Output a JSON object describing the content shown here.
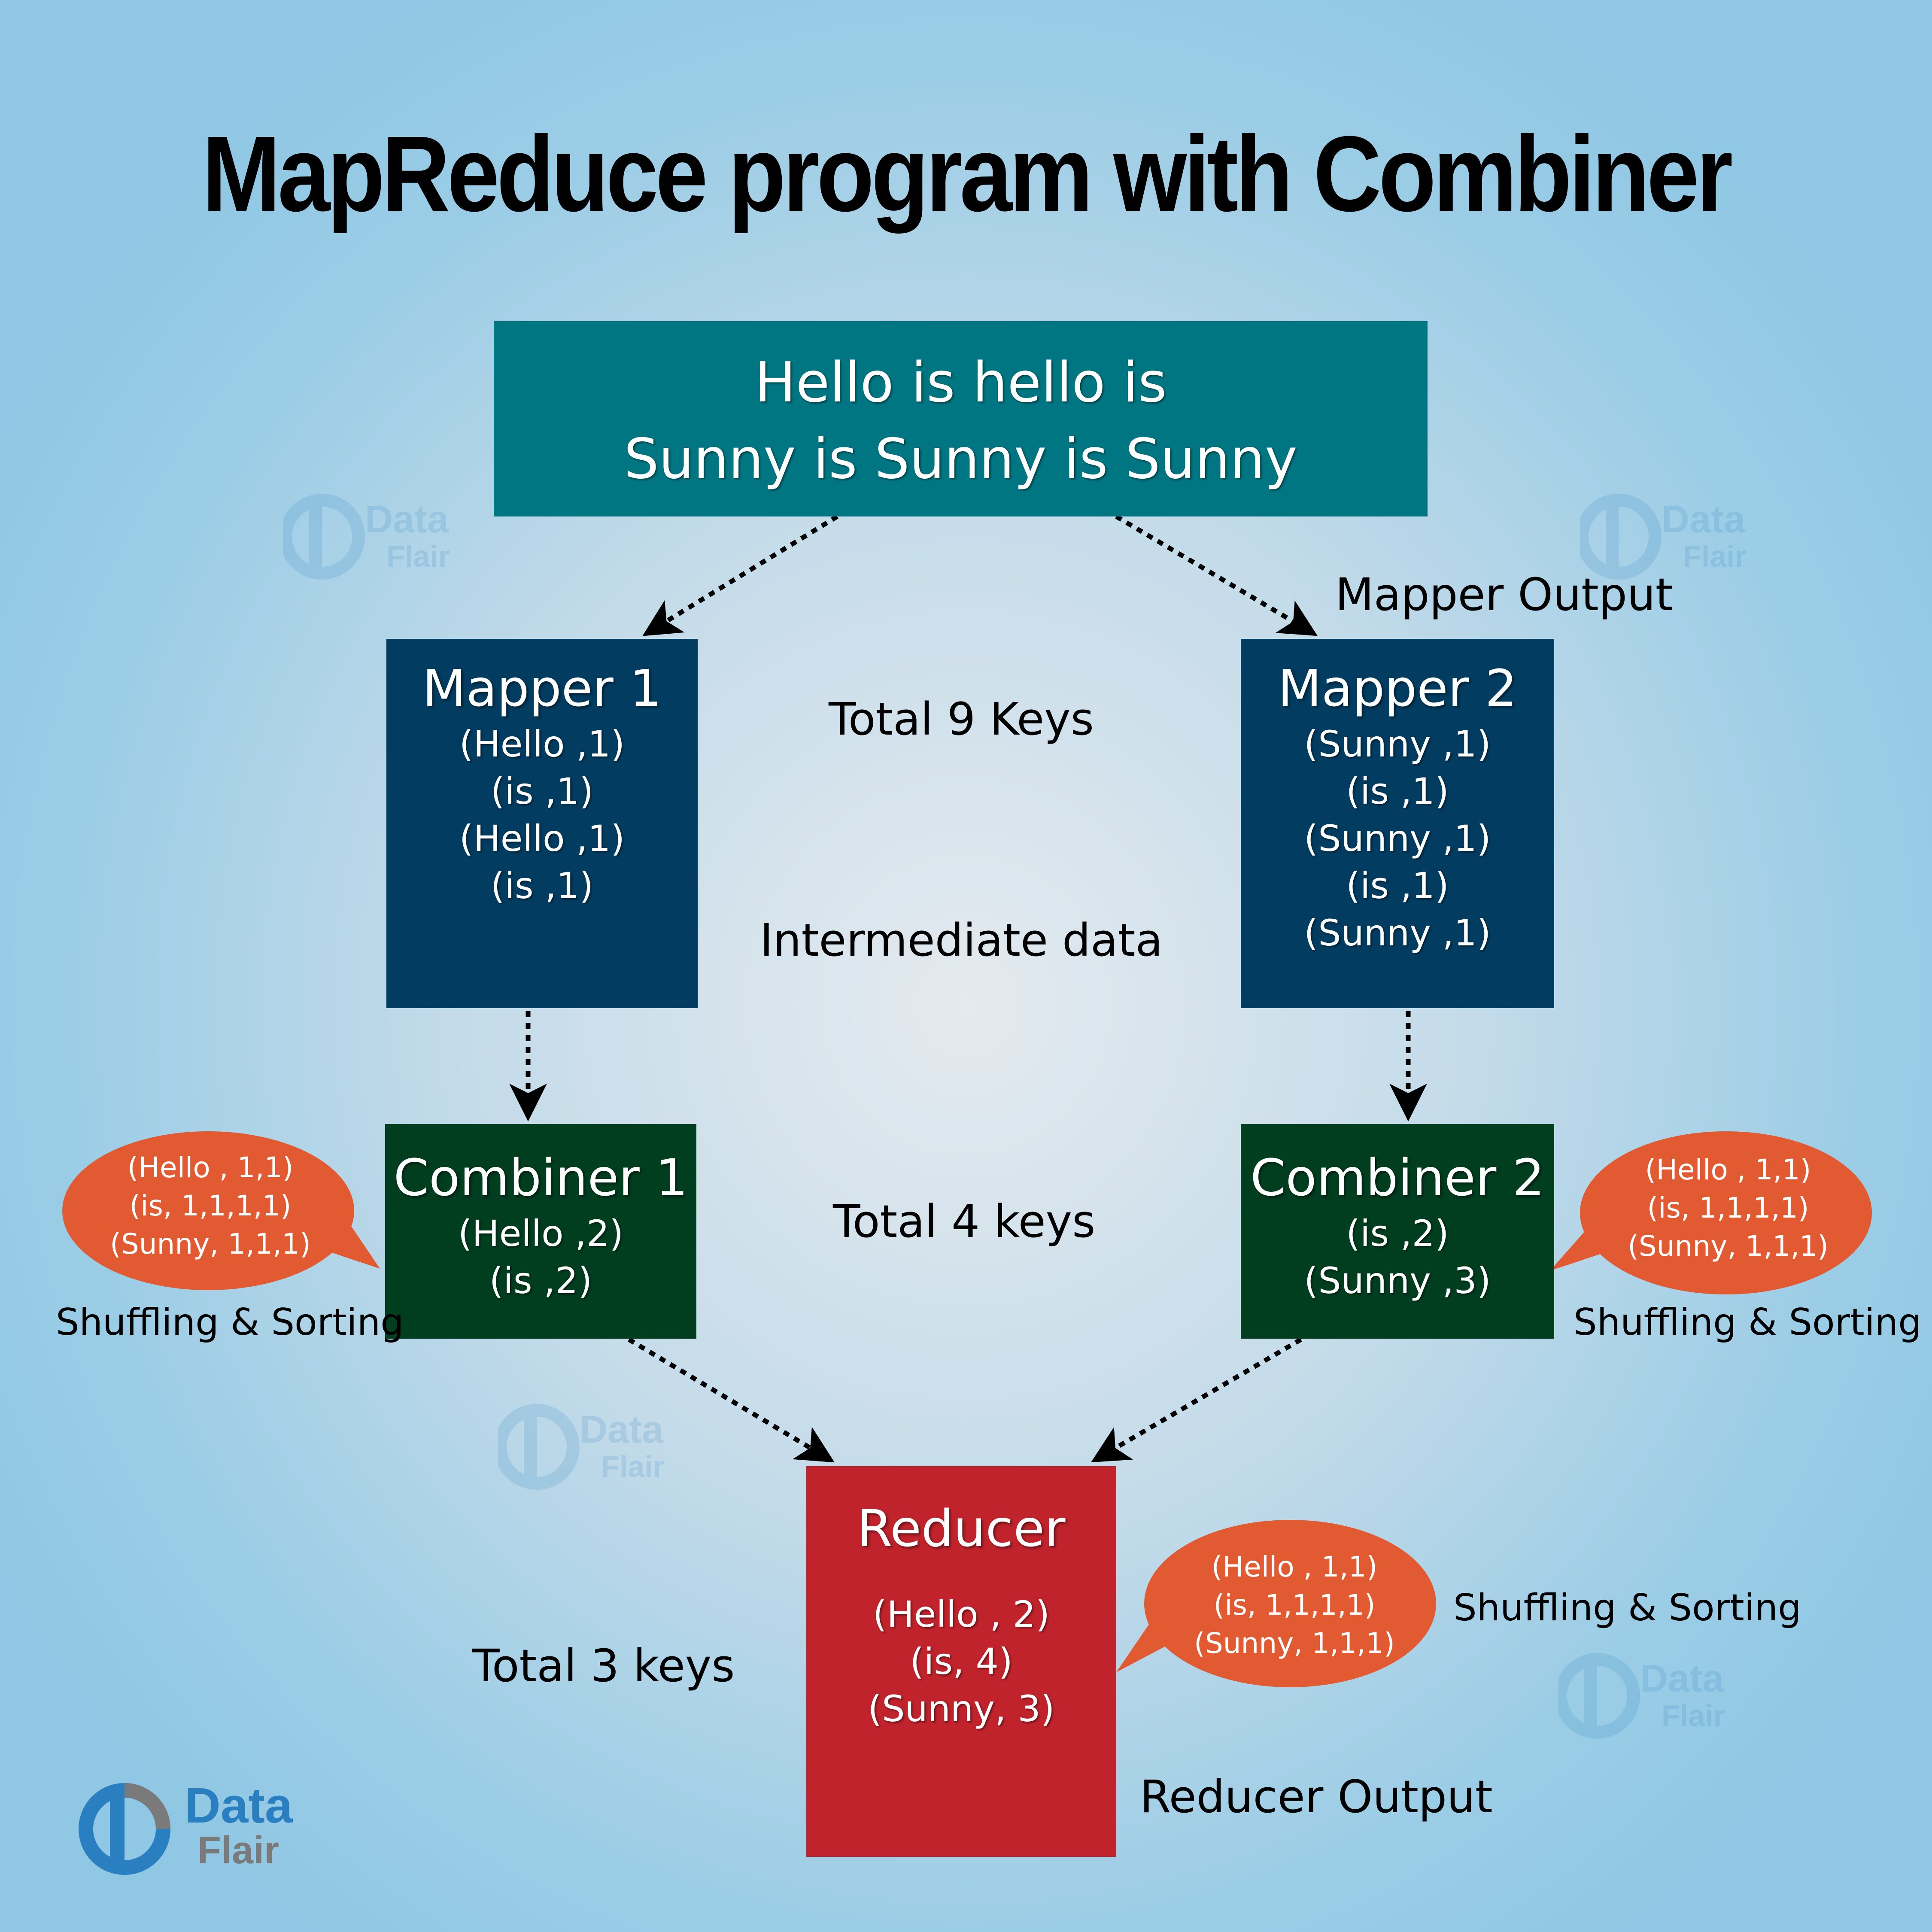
{
  "title": "MapReduce program with Combiner",
  "input": {
    "lines": [
      "Hello is hello is",
      "Sunny is Sunny is Sunny"
    ]
  },
  "mapper1": {
    "title": "Mapper 1",
    "pairs": [
      "(Hello ,1)",
      "(is ,1)",
      "(Hello ,1)",
      "(is ,1)"
    ]
  },
  "mapper2": {
    "title": "Mapper 2",
    "pairs": [
      "(Sunny ,1)",
      "(is ,1)",
      "(Sunny ,1)",
      "(is ,1)",
      "(Sunny ,1)"
    ]
  },
  "combiner1": {
    "title": "Combiner 1",
    "pairs": [
      "(Hello ,2)",
      "(is ,2)"
    ]
  },
  "combiner2": {
    "title": "Combiner 2",
    "pairs": [
      "(is ,2)",
      "(Sunny ,3)"
    ]
  },
  "reducer": {
    "title": "Reducer",
    "pairs": [
      "(Hello , 2)",
      "(is, 4)",
      "(Sunny, 3)"
    ]
  },
  "labels": {
    "mapper_output": "Mapper Output",
    "total_9_keys": "Total 9 Keys",
    "intermediate_data": "Intermediate data",
    "total_4_keys": "Total 4 keys",
    "total_3_keys": "Total 3 keys",
    "reducer_output": "Reducer Output",
    "shuffling_sorting_left": "Shuffling & Sorting",
    "shuffling_sorting_right": "Shuffling & Sorting",
    "shuffling_sorting_reducer": "Shuffling & Sorting"
  },
  "bubbles": {
    "left": [
      "(Hello , 1,1)",
      "(is, 1,1,1,1)",
      "(Sunny, 1,1,1)"
    ],
    "right": [
      "(Hello , 1,1)",
      "(is, 1,1,1,1)",
      "(Sunny, 1,1,1)"
    ],
    "reducer": [
      "(Hello , 1,1)",
      "(is, 1,1,1,1)",
      "(Sunny, 1,1,1)"
    ]
  },
  "logo": {
    "word1": "Data",
    "word2": "Flair"
  },
  "watermark": {
    "word1": "Data",
    "word2": "Flair"
  },
  "colors": {
    "input_box": "#007682",
    "mapper_box": "#023d61",
    "combiner_box": "#013e20",
    "reducer_box": "#c1232c",
    "bubble": "#e25a32",
    "logo_blue": "#2a7fc1",
    "logo_gray": "#7a7a7a"
  },
  "icons": {
    "arrows": "dotted-arrow-icon",
    "logo": "dataflair-logo-icon"
  }
}
